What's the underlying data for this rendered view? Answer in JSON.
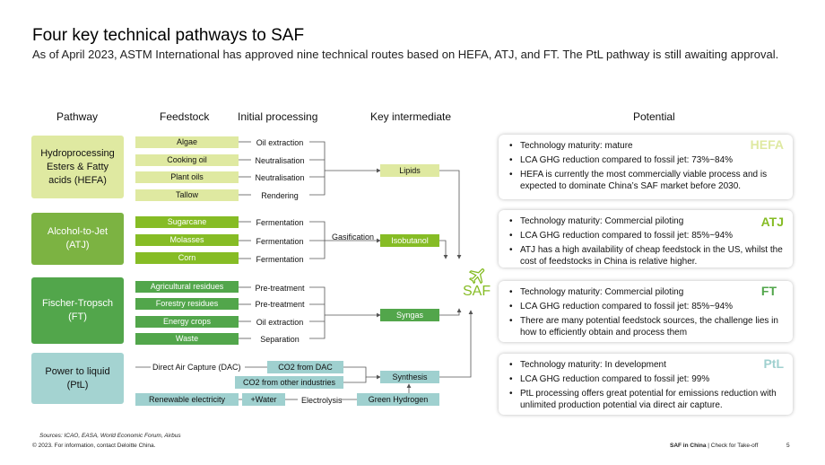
{
  "title": "Four key technical pathways to SAF",
  "subtitle": "As of April 2023, ASTM International has approved nine technical routes based on HEFA, ATJ, and FT. The PtL pathway is still awaiting approval.",
  "columns": {
    "pathway": "Pathway",
    "feedstock": "Feedstock",
    "initial": "Initial processing",
    "intermediate": "Key intermediate",
    "potential": "Potential"
  },
  "pathways": {
    "hefa": "Hydroprocessing Esters & Fatty acids (HEFA)",
    "atj": "Alcohol-to-Jet (ATJ)",
    "ft": "Fischer-Tropsch (FT)",
    "ptl": "Power to liquid (PtL)"
  },
  "hefa": {
    "feedstocks": [
      "Algae",
      "Cooking oil",
      "Plant oils",
      "Tallow"
    ],
    "processes": [
      "Oil extraction",
      "Neutralisation",
      "Neutralisation",
      "Rendering"
    ],
    "intermediate": "Lipids"
  },
  "atj": {
    "feedstocks": [
      "Sugarcane",
      "Molasses",
      "Corn"
    ],
    "processes": [
      "Fermentation",
      "Fermentation",
      "Fermentation"
    ],
    "gasification": "Gasification",
    "intermediate": "Isobutanol"
  },
  "ft": {
    "feedstocks": [
      "Agricultural residues",
      "Forestry residues",
      "Energy crops",
      "Waste"
    ],
    "processes": [
      "Pre-treatment",
      "Pre-treatment",
      "Oil extraction",
      "Separation"
    ],
    "intermediate": "Syngas"
  },
  "ptl": {
    "dac_label": "Direct Air Capture (DAC)",
    "co2_dac": "CO2 from DAC",
    "co2_other": "CO2 from other industries",
    "renewable": "Renewable electricity",
    "water": "+Water",
    "electrolysis": "Electrolysis",
    "green_h2": "Green Hydrogen",
    "intermediate": "Synthesis"
  },
  "saf_label": "SAF",
  "cards": [
    {
      "tag": "HEFA",
      "tag_color": "#dfe9a1",
      "bullets": [
        "Technology maturity: mature",
        "LCA GHG reduction compared to fossil jet: 73%~84%",
        "HEFA is currently the most commercially viable process and is expected to dominate China’s SAF market before 2030."
      ]
    },
    {
      "tag": "ATJ",
      "tag_color": "#86bc25",
      "bullets": [
        "Technology maturity: Commercial piloting",
        "LCA GHG reduction compared to fossil jet: 85%~94%",
        "ATJ has a high availability of cheap feedstock in the US, whilst the cost of feedstocks in China is relative higher."
      ]
    },
    {
      "tag": "FT",
      "tag_color": "#52a64b",
      "bullets": [
        "Technology maturity: Commercial piloting",
        "LCA GHG reduction compared to fossil jet: 85%~94%",
        "There are many potential feedstock sources, the challenge lies in how to efficiently obtain and process them"
      ]
    },
    {
      "tag": "PtL",
      "tag_color": "#9fd0cf",
      "bullets": [
        "Technology maturity: In development",
        "LCA GHG reduction compared to fossil jet: 99%",
        "PtL processing offers great potential for emissions reduction with unlimited production potential via direct air capture."
      ]
    }
  ],
  "footer": {
    "sources": "Sources: ICAO, EASA, World Economic Forum, Airbus",
    "copyright": "© 2023. For information, contact Deloitte China.",
    "brand": "SAF in China",
    "brand_suffix": " | Check for Take-off",
    "page": "5"
  },
  "colors": {
    "hefa": "#dfe9a1",
    "atj": "#86bc25",
    "ft": "#52a64b",
    "ptl": "#9fd0cf",
    "saf": "#86bc25"
  }
}
